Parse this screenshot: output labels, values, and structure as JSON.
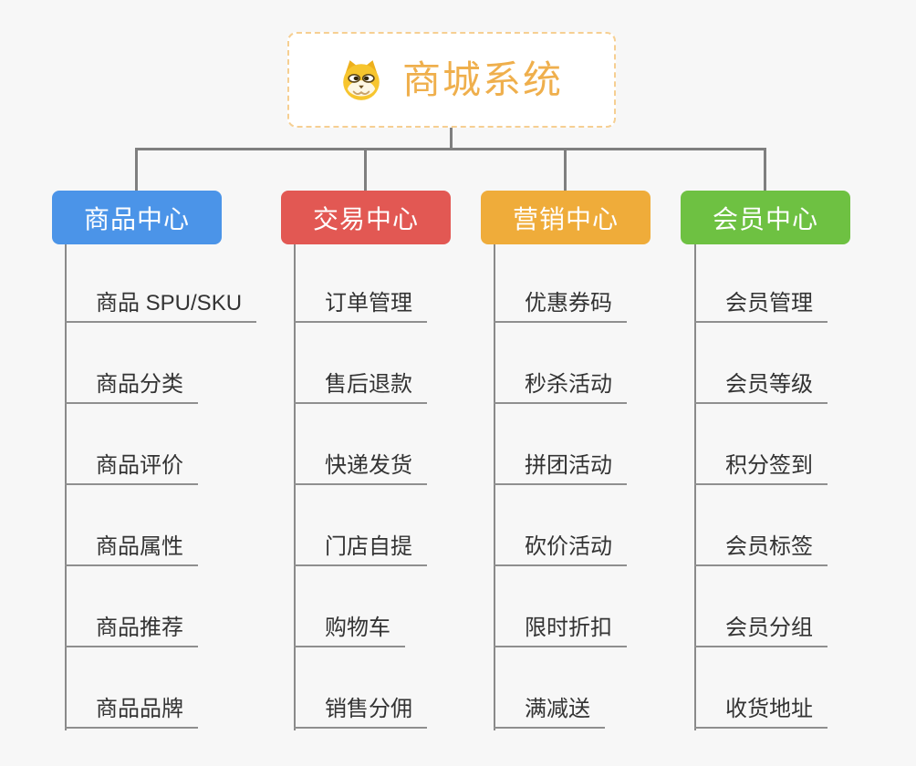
{
  "root": {
    "label": "商城系统",
    "icon": "dog-face-icon",
    "text_color": "#efaf4c",
    "border_color": "#f6cf92",
    "bg_color": "#ffffff"
  },
  "branches": [
    {
      "label": "商品中心",
      "color": "#4b94e8",
      "children": [
        "商品 SPU/SKU",
        "商品分类",
        "商品评价",
        "商品属性",
        "商品推荐",
        "商品品牌"
      ]
    },
    {
      "label": "交易中心",
      "color": "#e25853",
      "children": [
        "订单管理",
        "售后退款",
        "快递发货",
        "门店自提",
        "购物车",
        "销售分佣"
      ]
    },
    {
      "label": "营销中心",
      "color": "#efac3a",
      "children": [
        "优惠券码",
        "秒杀活动",
        "拼团活动",
        "砍价活动",
        "限时折扣",
        "满减送"
      ]
    },
    {
      "label": "会员中心",
      "color": "#6ec142",
      "children": [
        "会员管理",
        "会员等级",
        "积分签到",
        "会员标签",
        "会员分组",
        "收货地址"
      ]
    }
  ],
  "colors": {
    "background": "#f7f7f7",
    "main_connector": "#7f7f7f",
    "child_connector": "#8f8f8f",
    "child_text": "#333333",
    "branch_text": "#ffffff"
  }
}
